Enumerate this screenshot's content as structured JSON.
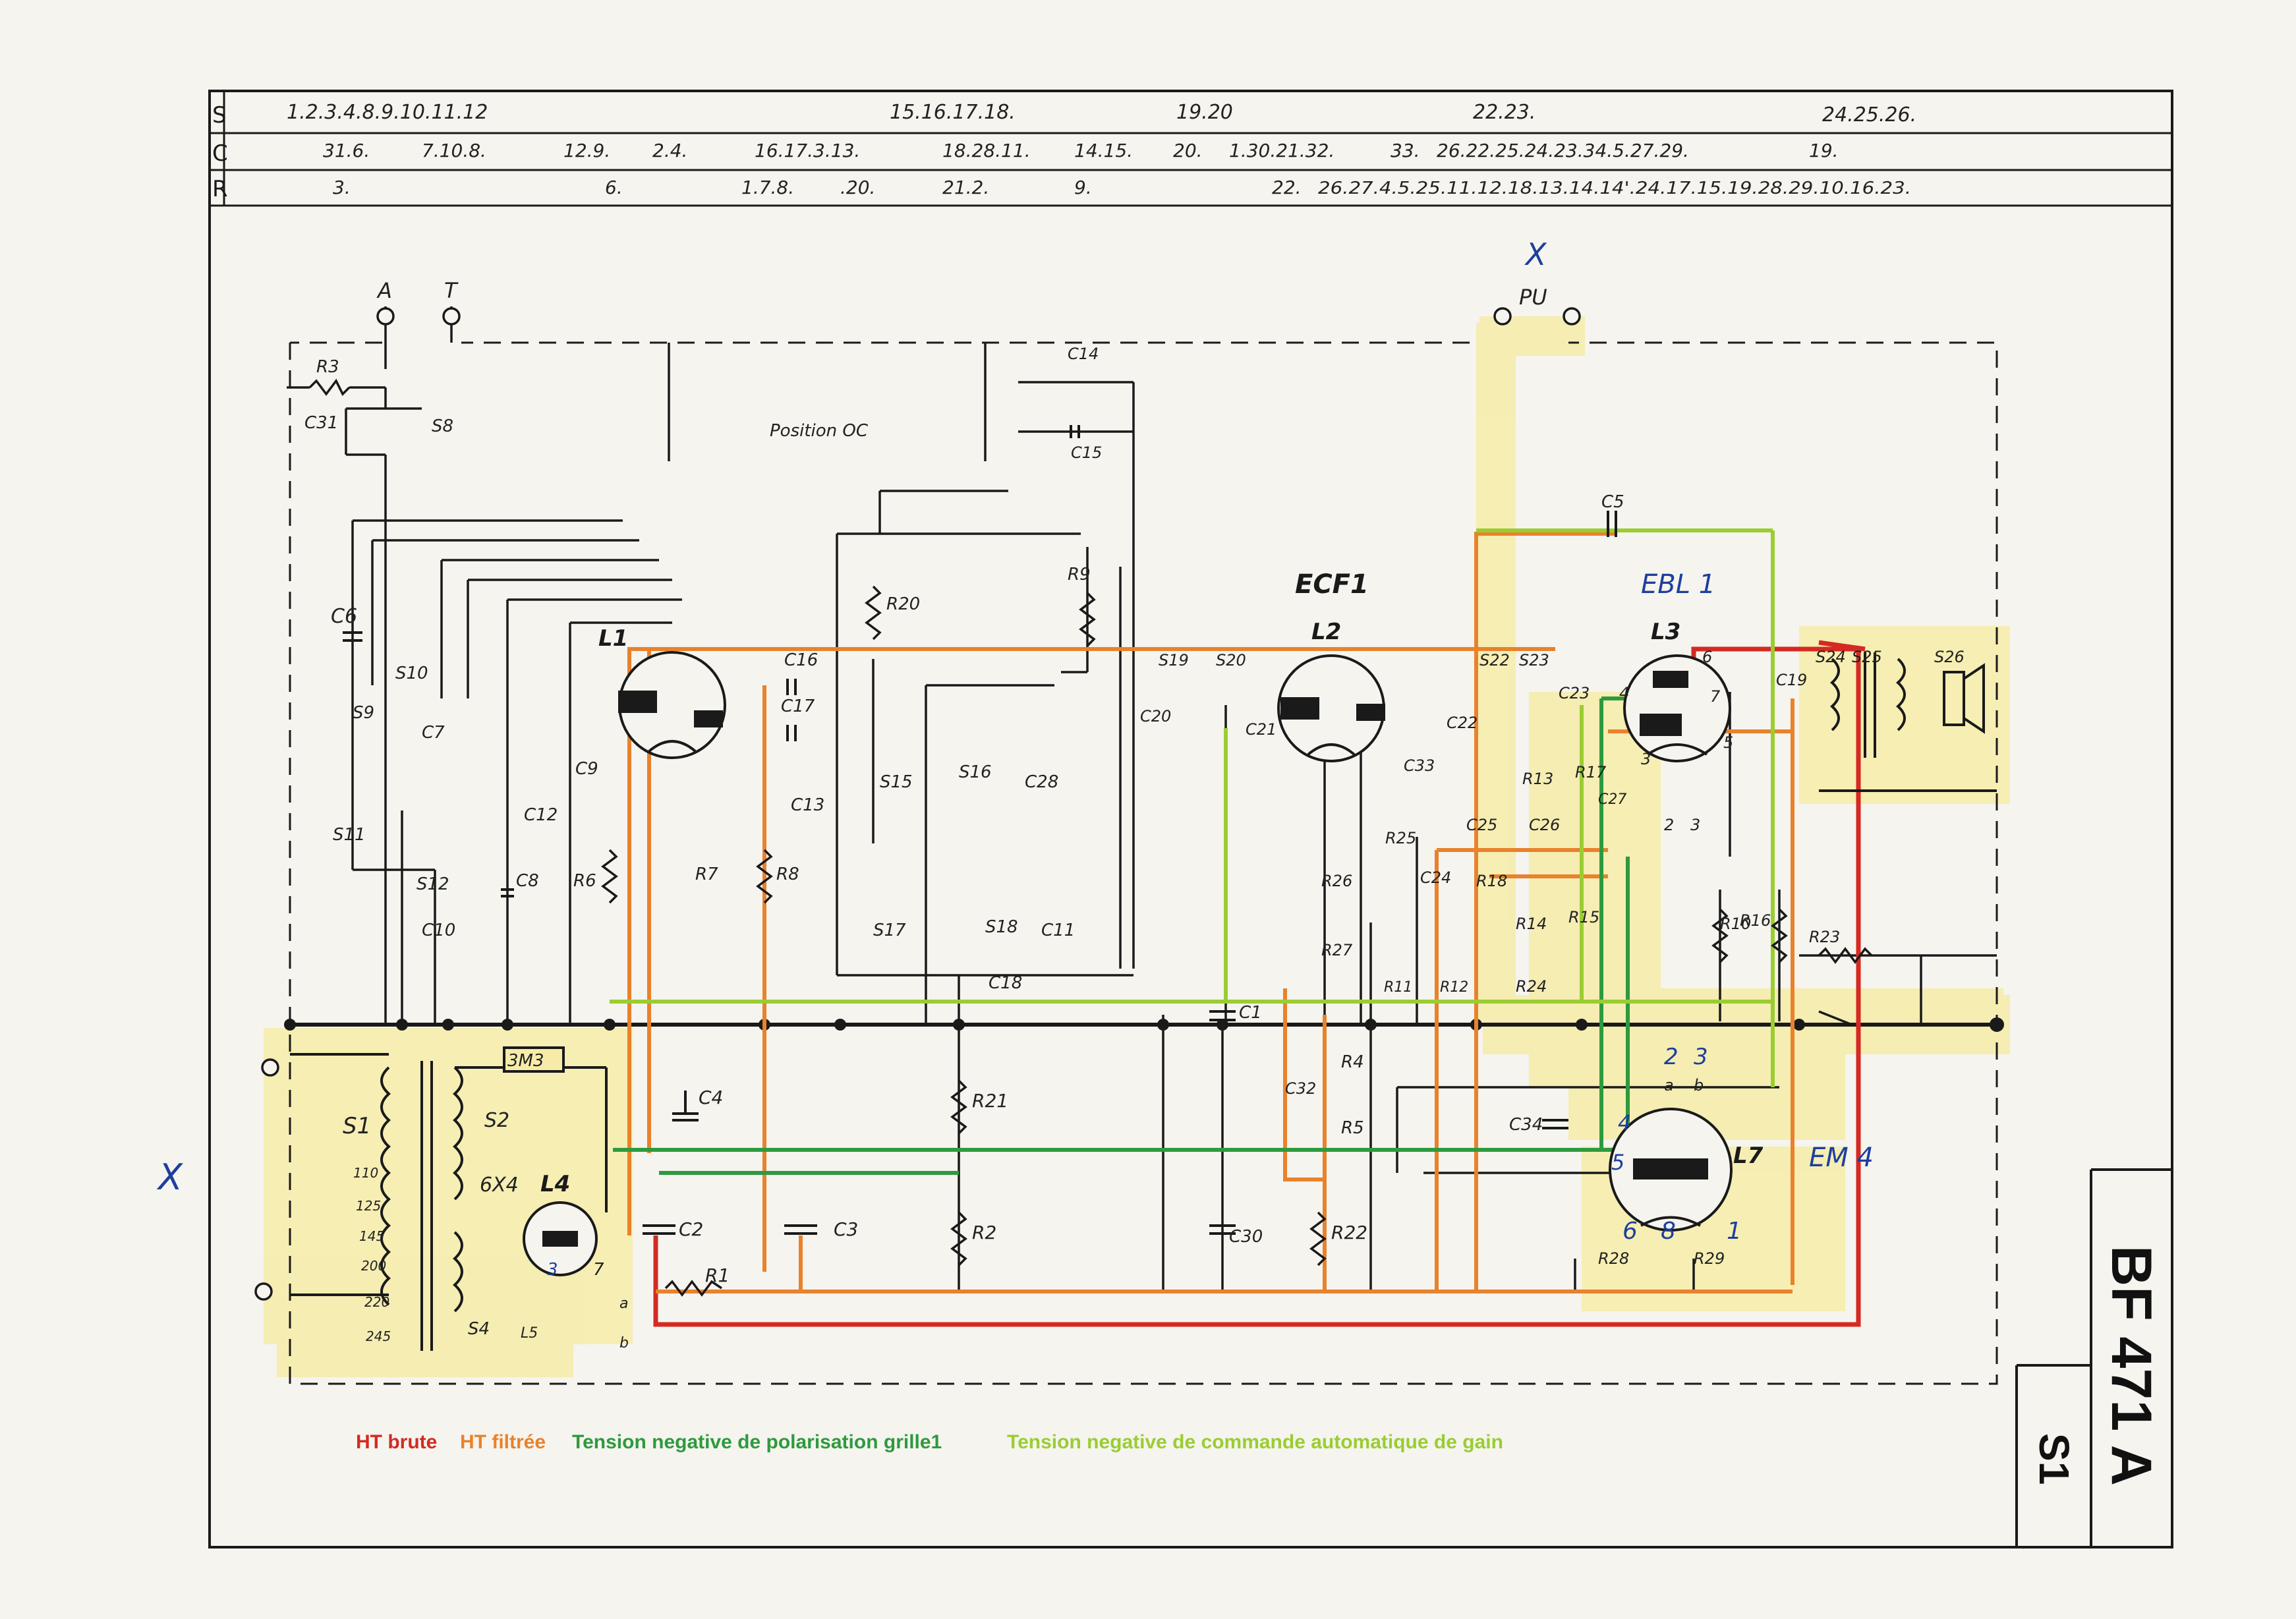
{
  "table": {
    "rows": [
      {
        "key": "S",
        "entries": [
          "1.2.3.4.8.9.10.11.12",
          "15.16.17.18.",
          "19.20",
          "22.23.",
          "24.25.26."
        ]
      },
      {
        "key": "C",
        "entries": [
          "31.6.",
          "7.10.8.",
          "12.9.",
          "2.4.",
          "16.17.3.13.",
          "18.28.11.",
          "14.15.",
          "20.",
          "1.30.21.32.",
          "33.",
          "26.22.25.24.23.34.5.27.29.",
          "19."
        ]
      },
      {
        "key": "R",
        "entries": [
          "3.",
          "6.",
          "1.7.8.",
          ".20.",
          "21.2.",
          "9.",
          "22.",
          "26.27.4.5.25.11.12.18.13.14.14'.24.17.15.19.28.29.10.16.23."
        ]
      }
    ]
  },
  "terminals": {
    "antenna": "A",
    "earth": "T",
    "pickup": "PU",
    "cross_mark": "X"
  },
  "annotations": {
    "position_oc": "Position OC"
  },
  "tubes": {
    "l1": {
      "ref": "L1"
    },
    "l2": {
      "ref": "L2",
      "type": "ECF1"
    },
    "l3": {
      "ref": "L3",
      "type": "EBL 1"
    },
    "l4": {
      "ref": "L4",
      "type": "6X4"
    },
    "l7": {
      "ref": "L7",
      "type": "EM 4"
    }
  },
  "components": {
    "resistors": [
      "R3",
      "R20",
      "R9",
      "R6",
      "R7",
      "R8",
      "R13",
      "R17",
      "R25",
      "R26",
      "R27",
      "R11",
      "R12",
      "R18",
      "R14",
      "R15",
      "R10",
      "R16",
      "R23",
      "R24",
      "R4",
      "R5",
      "R21",
      "R2",
      "R22",
      "R1",
      "R28",
      "R29"
    ],
    "capacitors": [
      "C31",
      "C6",
      "C7",
      "C8",
      "C10",
      "C9",
      "C12",
      "C13",
      "C16",
      "C17",
      "C14",
      "C15",
      "C28",
      "C11",
      "C18",
      "C20",
      "C21",
      "C22",
      "C23",
      "C5",
      "C19",
      "C33",
      "C24",
      "C25",
      "C26",
      "C27",
      "C1",
      "C32",
      "C34",
      "C4",
      "C2",
      "C3",
      "C30"
    ],
    "coils": [
      "S8",
      "S9",
      "S10",
      "S11",
      "S12",
      "S15",
      "S16",
      "S17",
      "S18",
      "S19",
      "S20",
      "S22",
      "S23",
      "S24",
      "S25",
      "S26",
      "S1",
      "S2",
      "S4"
    ],
    "misc": [
      "3M3",
      "L5"
    ]
  },
  "mains_taps": [
    "110",
    "125",
    "145",
    "200",
    "220",
    "245"
  ],
  "pin_labels": {
    "l3_pins": [
      "6",
      "7",
      "4",
      "5",
      "3",
      "2",
      "3"
    ],
    "l7_pins": [
      "2",
      "3",
      "a",
      "b",
      "4",
      "5",
      "6",
      "8",
      "1"
    ],
    "l4_pins": [
      "3",
      "7"
    ],
    "heater": [
      "a",
      "b"
    ]
  },
  "legend": [
    {
      "label": "HT brute",
      "color": "#d42a22"
    },
    {
      "label": "HT filtrée",
      "color": "#e8822c"
    },
    {
      "label": "Tension negative de polarisation grille1",
      "color": "#2e9a3e"
    },
    {
      "label": "Tension negative de commande automatique de gain",
      "color": "#9acd32"
    }
  ],
  "title_block": {
    "model": "BF 471 A",
    "sheet": "S1"
  },
  "colors": {
    "ht_brute": "#d42a22",
    "ht_filtree": "#e8822c",
    "polarisation": "#2e9a3e",
    "cag": "#9acd32",
    "highlight": "#f6eca8",
    "ink": "#1a1a1a",
    "annotation_blue": "#1d3f9e"
  }
}
